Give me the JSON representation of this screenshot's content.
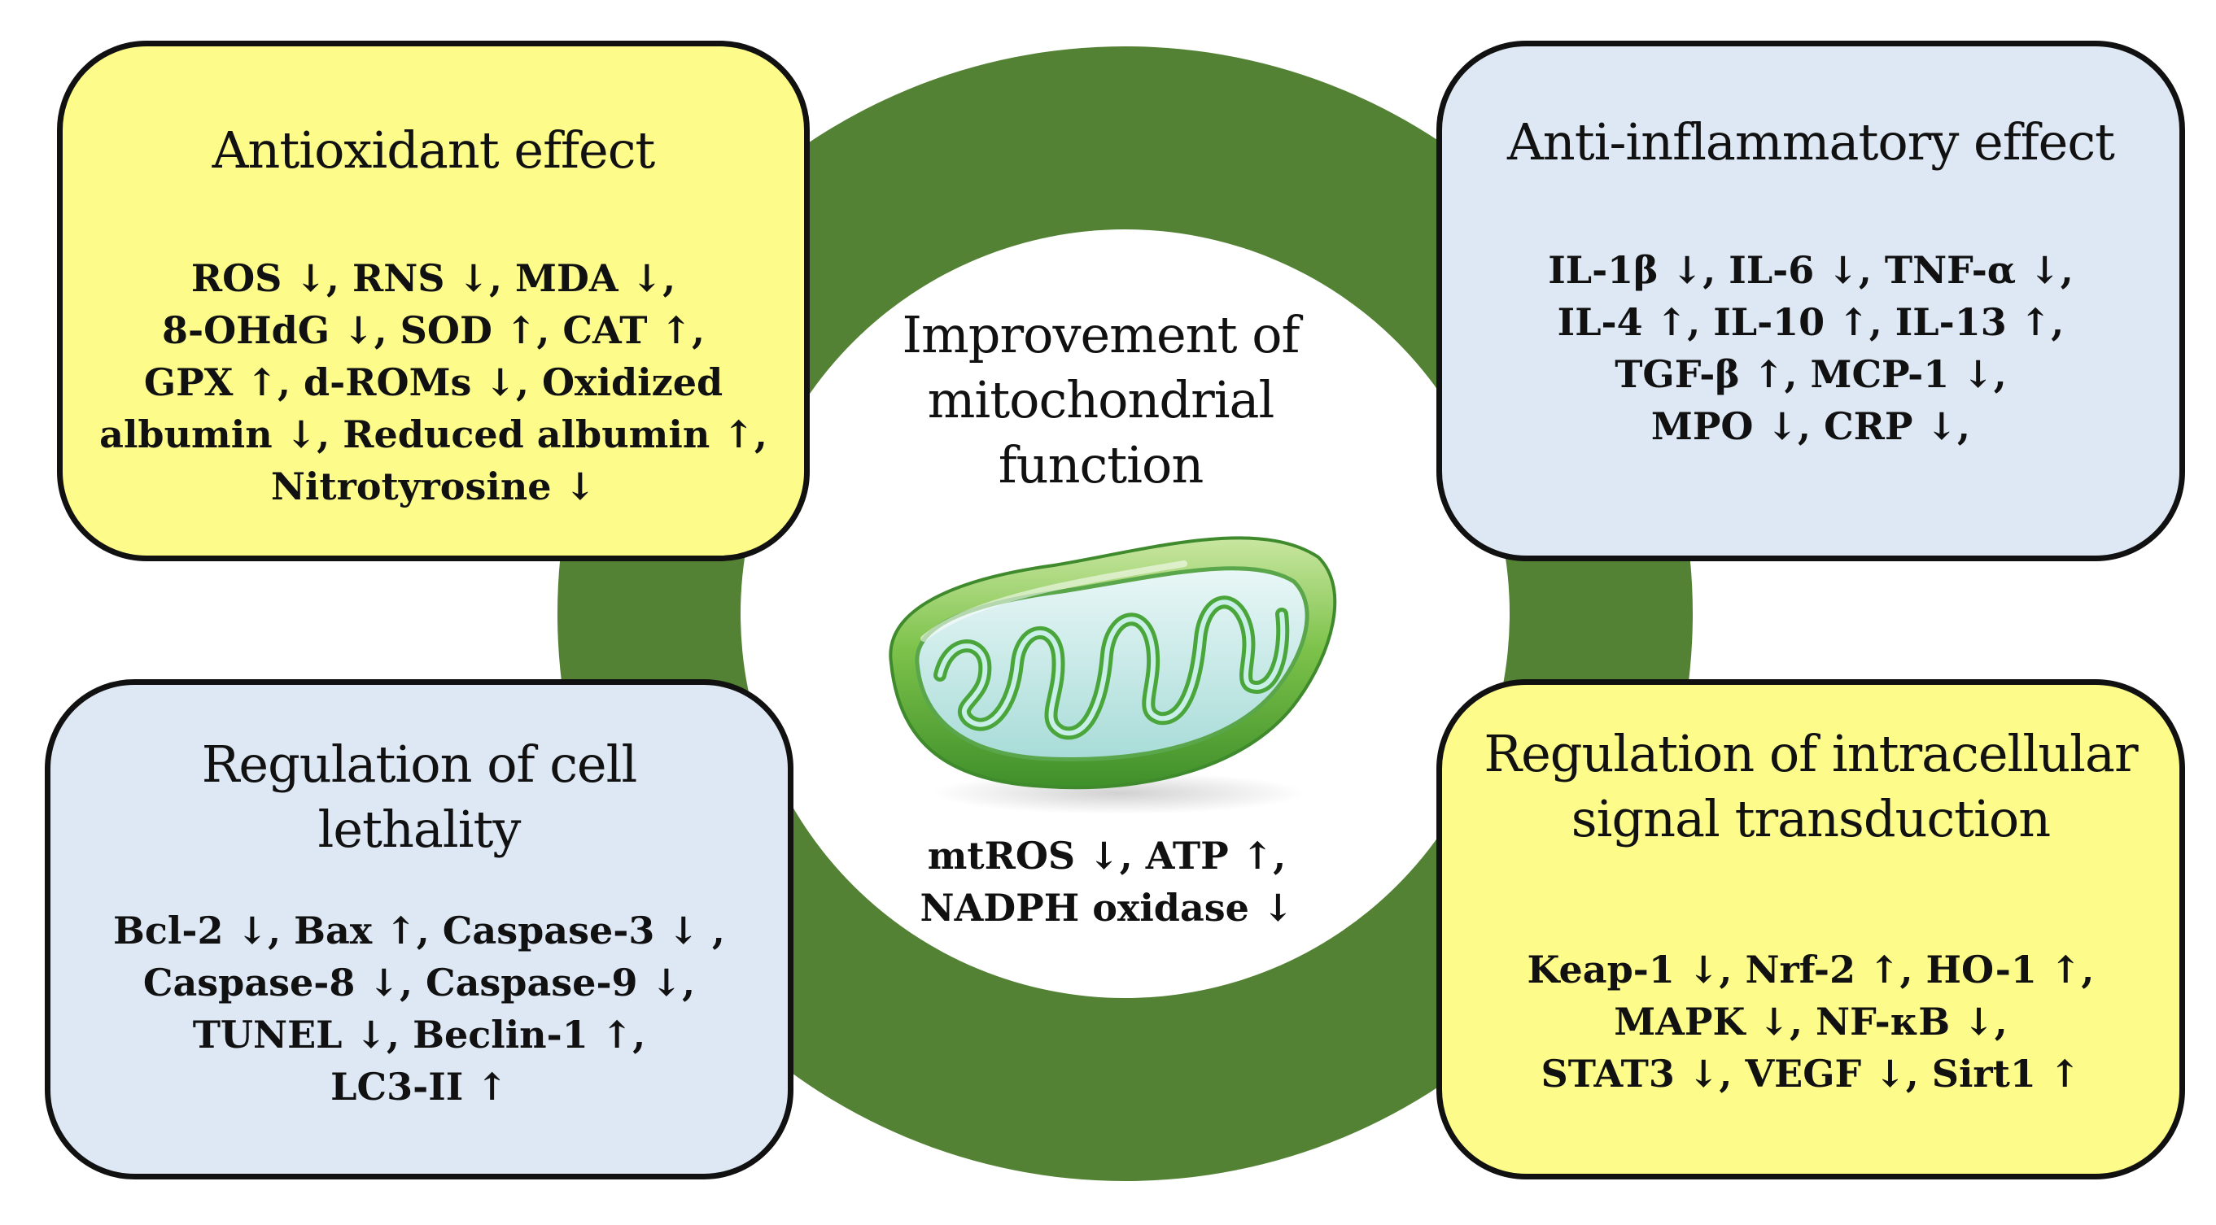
{
  "center": {
    "title_lines": [
      "Improvement of",
      "mitochondrial",
      "function"
    ],
    "body_lines": [
      "mtROS ↓, ATP ↑,",
      "NADPH oxidase ↓"
    ],
    "illustration": "mitochondrion-icon"
  },
  "boxes": {
    "antioxidant": {
      "title_lines": [
        "Antioxidant effect"
      ],
      "body_lines": [
        "ROS ↓, RNS ↓, MDA ↓,",
        "8-OHdG ↓, SOD ↑, CAT ↑,",
        "GPX ↑, d-ROMs ↓, Oxidized",
        "albumin ↓, Reduced albumin ↑,",
        "Nitrotyrosine ↓"
      ],
      "color": "#fdfc8a"
    },
    "anti_inflammatory": {
      "title_lines": [
        "Anti-inflammatory effect"
      ],
      "body_lines": [
        "IL-1β ↓, IL-6 ↓, TNF-α ↓,",
        "IL-4 ↑, IL-10 ↑, IL-13 ↑,",
        "TGF-β ↑, MCP-1 ↓,",
        "MPO ↓, CRP ↓,"
      ],
      "color": "#dde8f4"
    },
    "cell_lethality": {
      "title_lines": [
        "Regulation of cell",
        "lethality"
      ],
      "body_lines": [
        "Bcl-2 ↓, Bax ↑, Caspase-3 ↓ ,",
        "Caspase-8 ↓, Caspase-9 ↓,",
        "TUNEL ↓,  Beclin-1 ↑,",
        "LC3-II ↑"
      ],
      "color": "#dde8f4"
    },
    "signal_transduction": {
      "title_lines": [
        "Regulation of intracellular",
        "signal transduction"
      ],
      "body_lines": [
        "Keap-1 ↓, Nrf-2 ↑, HO-1 ↑,",
        "MAPK ↓, NF-κB ↓,",
        "STAT3 ↓, VEGF ↓, Sirt1 ↑"
      ],
      "color": "#fdfc8a"
    }
  },
  "ring_color": "#548235"
}
